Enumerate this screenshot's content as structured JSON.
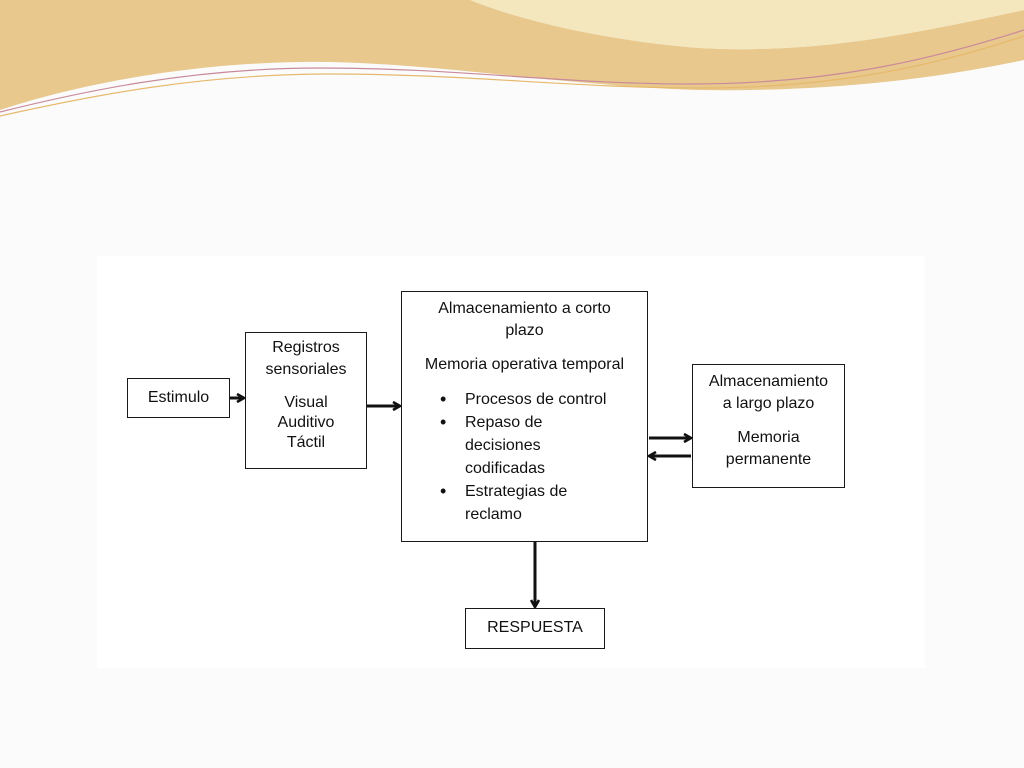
{
  "diagram": {
    "stimulus": {
      "label": "Estimulo"
    },
    "sensory_register": {
      "title_line1": "Registros",
      "title_line2": "sensoriales",
      "items": [
        "Visual",
        "Auditivo",
        "Táctil"
      ]
    },
    "short_term": {
      "title_line1": "Almacenamiento a corto",
      "title_line2": "plazo",
      "subtitle": "Memoria operativa temporal",
      "bullets": [
        [
          "Procesos de control"
        ],
        [
          "Repaso de",
          "decisiones",
          "codificadas"
        ],
        [
          "Estrategias de",
          "reclamo"
        ]
      ]
    },
    "long_term": {
      "title_line1": "Almacenamiento",
      "title_line2": "a largo plazo",
      "subtitle_line1": "Memoria",
      "subtitle_line2": "permanente"
    },
    "response": {
      "label": "RESPUESTA"
    }
  },
  "colors": {
    "decor_gold": "#e9c98f",
    "decor_light": "#f3e3b6",
    "decor_line": "#c98a9a",
    "box_border": "#1a1a1a"
  }
}
